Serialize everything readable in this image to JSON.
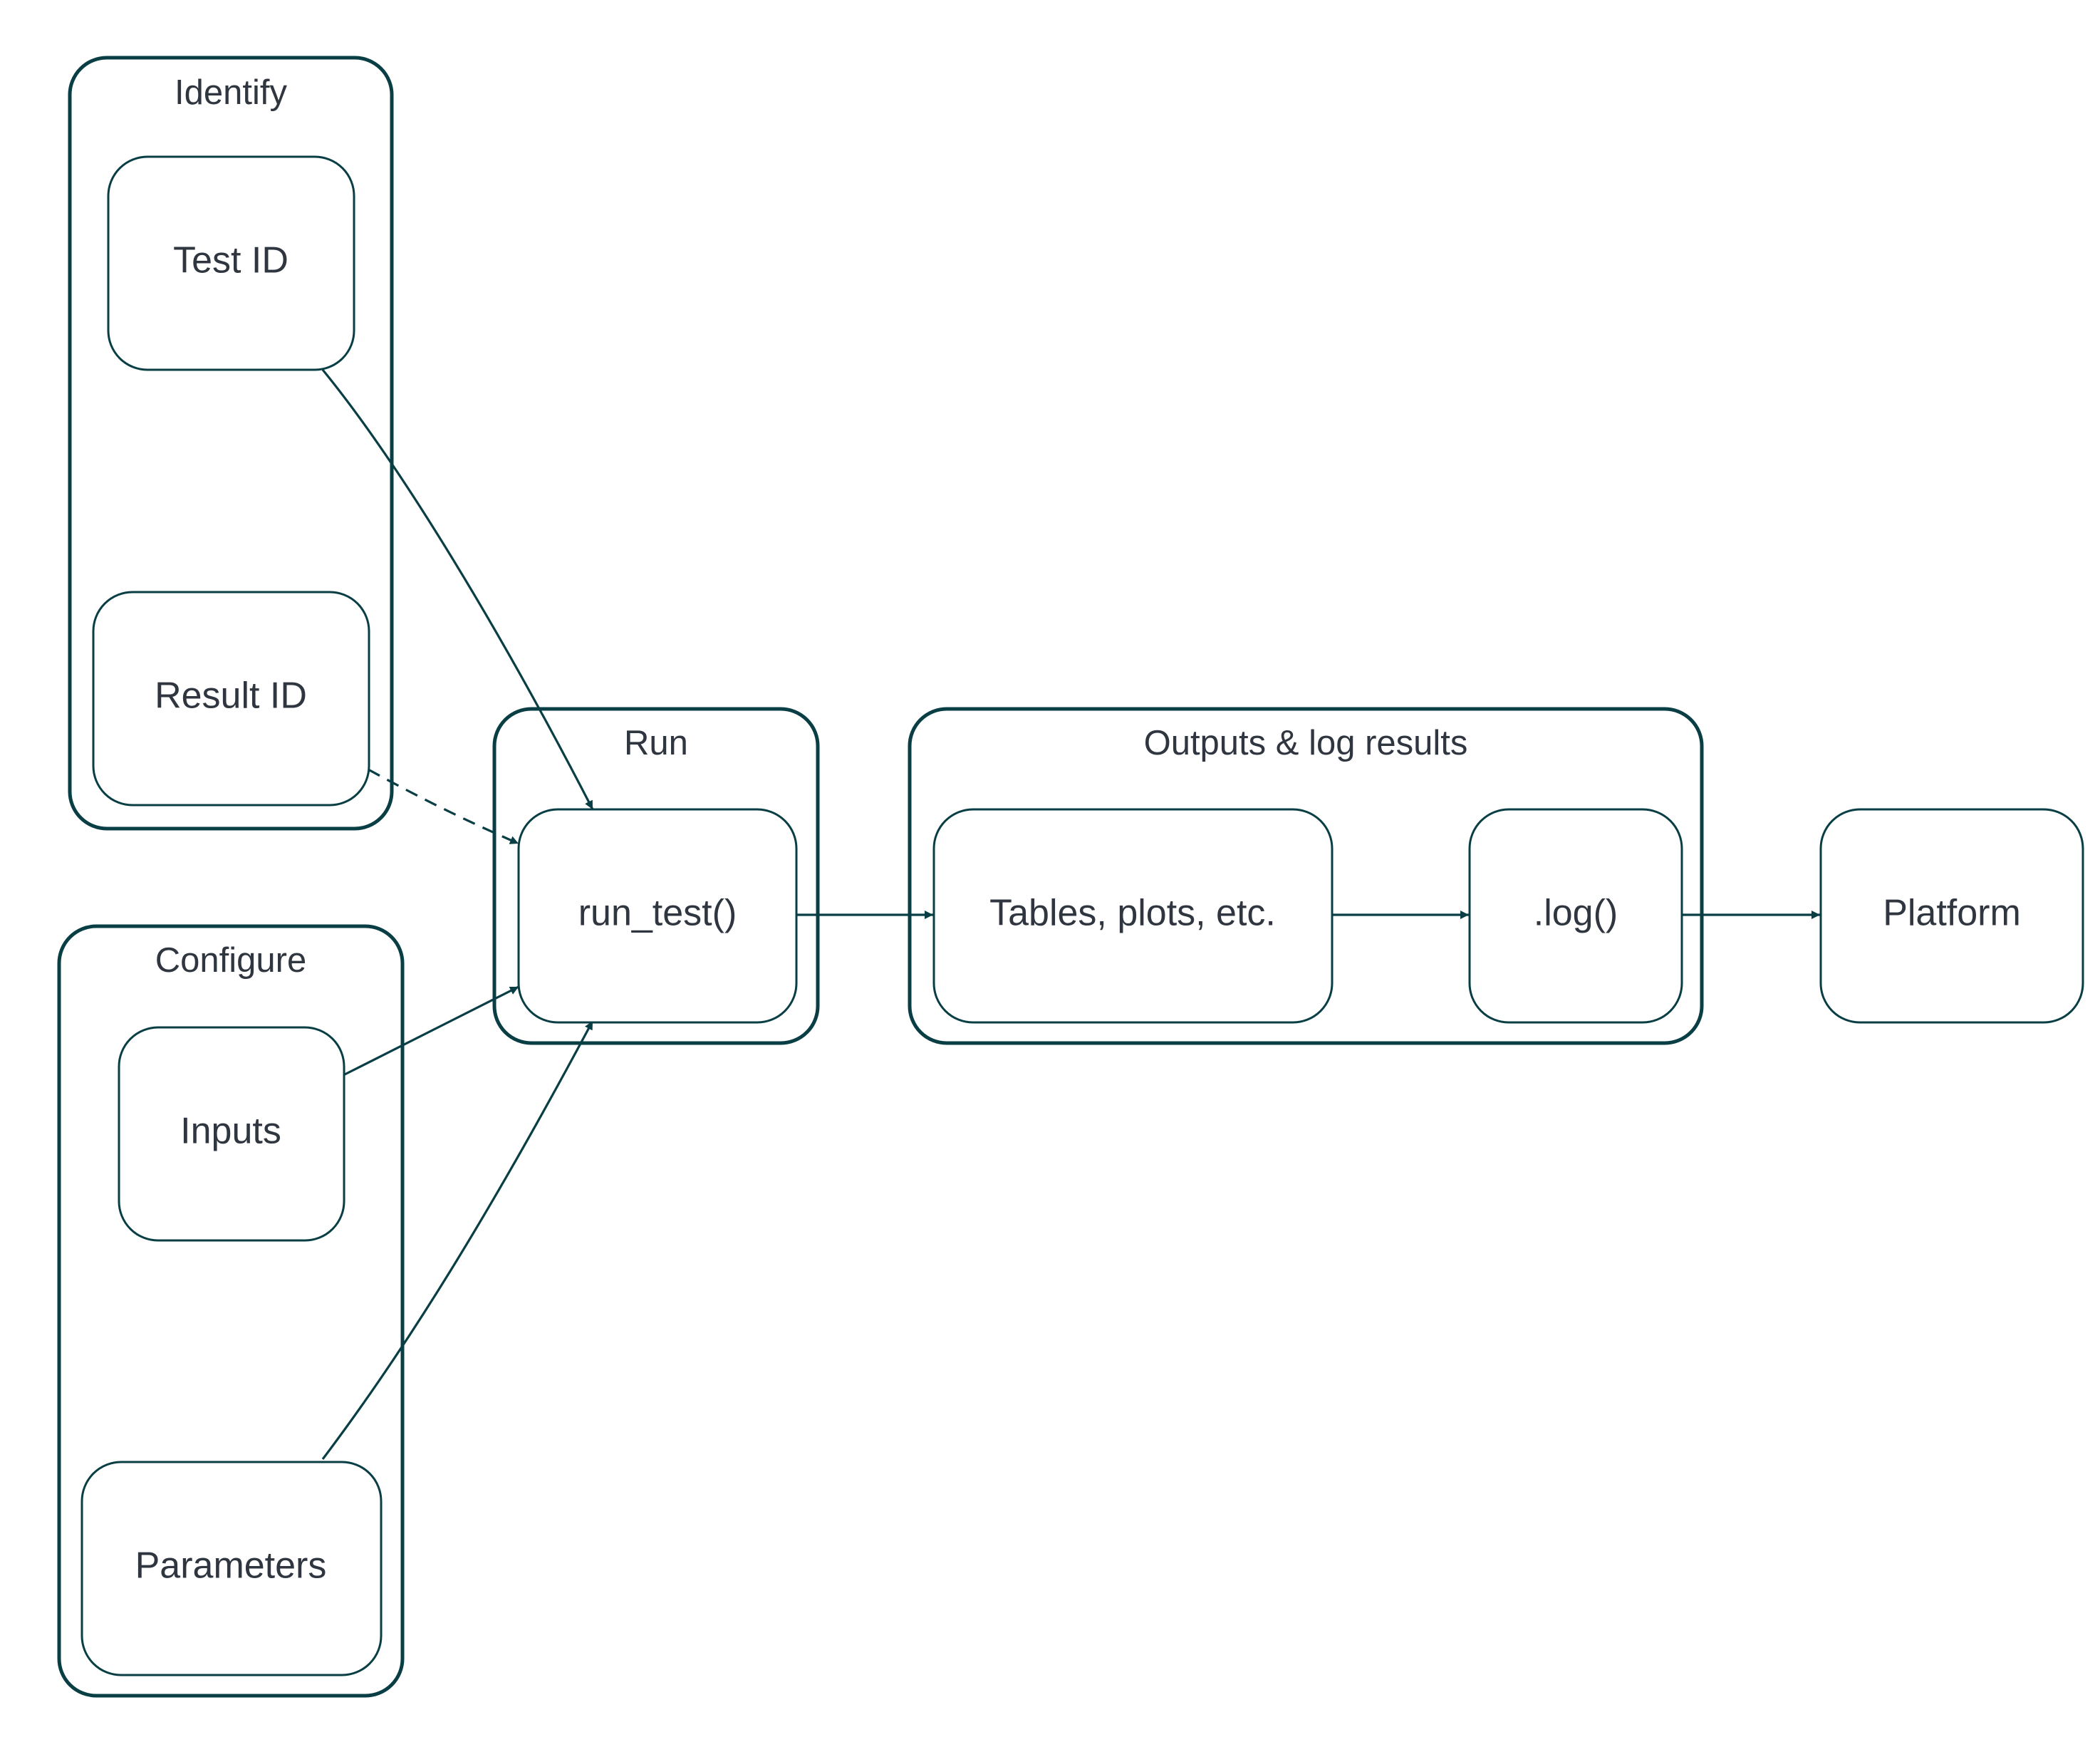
{
  "diagram": {
    "type": "flowchart",
    "direction": "left-to-right",
    "colors": {
      "stroke": "#083e44",
      "text": "#2f3640",
      "background": "#ffffff"
    },
    "groups": {
      "identify": {
        "title": "Identify"
      },
      "configure": {
        "title": "Configure"
      },
      "run": {
        "title": "Run"
      },
      "outputs": {
        "title": "Outputs & log results"
      }
    },
    "nodes": {
      "test_id": {
        "label": "Test ID",
        "group": "identify"
      },
      "result_id": {
        "label": "Result ID",
        "group": "identify"
      },
      "inputs": {
        "label": "Inputs",
        "group": "configure"
      },
      "parameters": {
        "label": "Parameters",
        "group": "configure"
      },
      "run_test": {
        "label": "run_test()",
        "group": "run"
      },
      "tables": {
        "label": "Tables, plots, etc.",
        "group": "outputs"
      },
      "log": {
        "label": ".log()",
        "group": "outputs"
      },
      "platform": {
        "label": "Platform"
      }
    },
    "edges": [
      {
        "from": "test_id",
        "to": "run_test",
        "style": "solid"
      },
      {
        "from": "result_id",
        "to": "run_test",
        "style": "dashed"
      },
      {
        "from": "inputs",
        "to": "run_test",
        "style": "solid"
      },
      {
        "from": "parameters",
        "to": "run_test",
        "style": "solid"
      },
      {
        "from": "run_test",
        "to": "tables",
        "style": "solid"
      },
      {
        "from": "tables",
        "to": "log",
        "style": "solid"
      },
      {
        "from": "log",
        "to": "platform",
        "style": "solid"
      }
    ]
  }
}
